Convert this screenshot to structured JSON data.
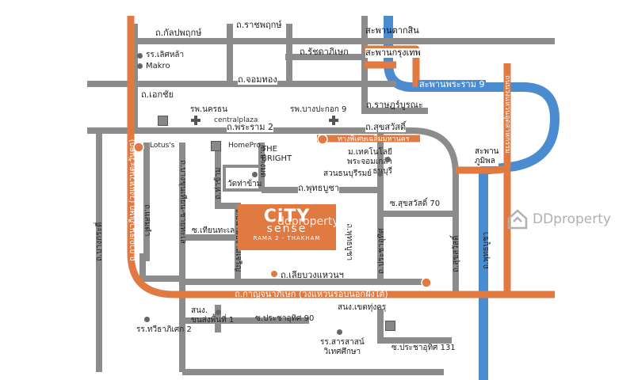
{
  "roads": {
    "kalapaphruek": "ถ.กัลปพฤกษ์",
    "ratchaphruek": "ถ.ราชพฤกษ์",
    "ratchadaphisek": "ถ.รัชดาภิเษก",
    "chom_thong": "ถ.จอมทอง",
    "ekkachai": "ถ.เอกชัย",
    "rama2": "ถ.พระราม 2",
    "suk_sawat": "ถ.สุขสวัสดิ์",
    "ratburana": "ถ.ราษฎร์บูรณะ",
    "kanchanaphisek_west": "ถ.กาญจนาภิเษก (วงแหวนตะวันตก)",
    "kanchanaphisek_south": "ถ.กาญจนาภิเษก (วงแหวนรอบนอกฝั่งใต้)",
    "bang_kradi": "ถ.บางกระดี่",
    "samae_dam": "ถ.แสมดำ",
    "bang_khun_thian_chai_thale": "ถ.บางขุนเทียน-ชายทะเล",
    "tha_kham": "ถ.ท่าข้าม",
    "bang_mod": "ถ.บางมด",
    "phutthabucha": "ถ.พุทธบูชา",
    "soi_suk_sawat_70": "ซ.สุขสวัสดิ์ 70",
    "soi_thian_thale_7": "ซ.เทียนทะเล 7",
    "soi_anamai": "ซ.อนามัยงามเจริญ",
    "pracha_uthit": "ถ.ประชาอุทิศ",
    "suk_sawat_v": "ถ.สุขสวัสดิ์",
    "phutthabucha_v": "ถ.พุทธบูชา",
    "lieap_wongwaen": "ถ.เลียบวงแหวนฯ",
    "soi_pracha_uthit_90": "ซ.ประชาอุทิศ 90",
    "soi_pracha_uthit_131": "ซ.ประชาอุทิศ 131",
    "industrial_ring": "ถนนวงแหวนอุตสาหกรรม",
    "phut_bucha_v2": "ถ.พุทธบูชา"
  },
  "bridges": {
    "taksin": "สะพานตากสิน",
    "krungthep": "สะพานกรุงเทพ",
    "rama9": "สะพานพระราม 9",
    "bhumibol": "สะพาน\nภูมิพล",
    "expressway": "ทางพิเศษเฉลิมมหานคร"
  },
  "places": {
    "lertla": "รร.เลิศหล้า",
    "makro": "Makro",
    "bangkok_hospital": "รพ.นครธน",
    "bangpakok9": "รพ.บางปะกอก 9",
    "central_plaza": "centralplaza",
    "lotus": "Lotus's",
    "homepro": "HomePro",
    "the_bright": "THE\nBRIGHT",
    "kmutt": "ม.เทคโนโลยี\nพระจอมเกล้าธนบุรี",
    "suan_thon": "สวนธนบุรีรมย์",
    "wat_tha_kham": "วัดท่าข้าม",
    "sonkho_nonsi": "สนง.\nขนส่งพื้นที่  1",
    "sonkho_district": "สนง.เขตทุ่งครุ",
    "thawi_thapisek": "รร.ทวีธาภิเศก 2",
    "sarasas": "รร.สารสาสน์\nวิเทศศึกษา"
  },
  "project": {
    "brand": "CiTY",
    "sense": "sense",
    "tagline": "RAMA 2 - THAKHAM"
  },
  "watermark": {
    "text": "DDproperty",
    "mid": "ddproperty.com"
  },
  "colors": {
    "road": "#8c8c8c",
    "ring": "#e07a40",
    "river": "#4a8ccf",
    "label_bg": "#ffffff"
  }
}
